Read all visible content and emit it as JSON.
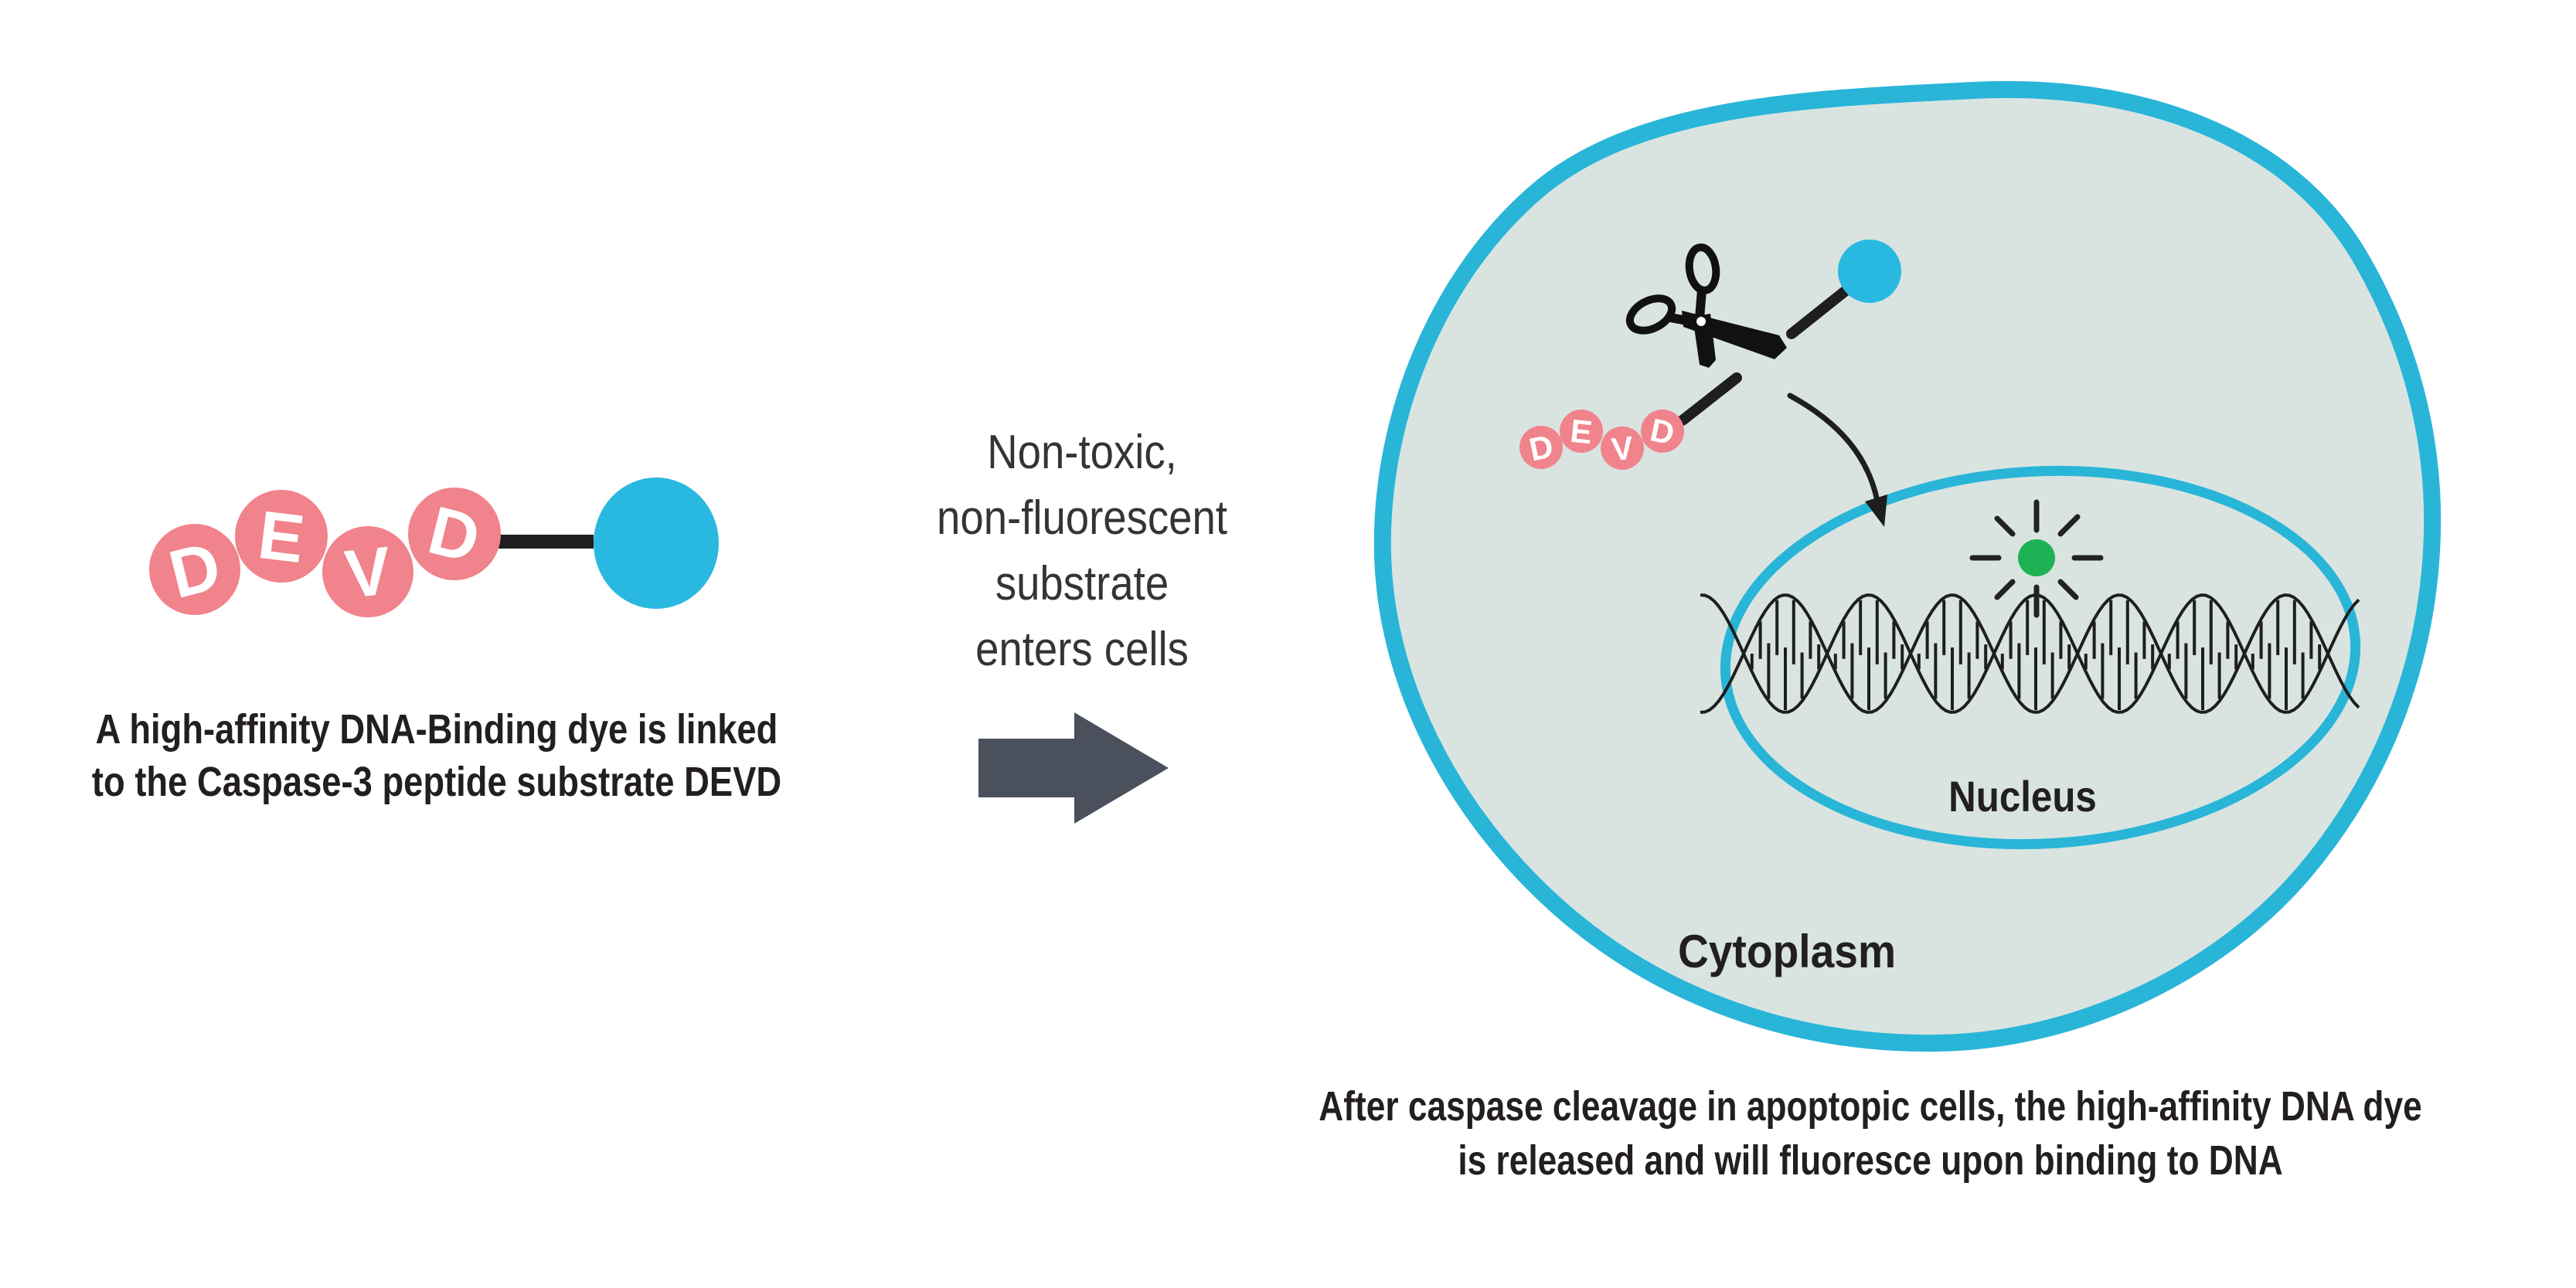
{
  "left": {
    "letters": [
      "D",
      "E",
      "V",
      "D"
    ],
    "caption": [
      "A high-affinity DNA-Binding dye is linked",
      "to the Caspase-3 peptide substrate DEVD"
    ]
  },
  "middle": {
    "lines": [
      "Non-toxic,",
      "non-fluorescent",
      "substrate",
      "enters cells"
    ]
  },
  "cell": {
    "letters": [
      "D",
      "E",
      "V",
      "D"
    ],
    "nucleus_label": "Nucleus",
    "cytoplasm_label": "Cytoplasm"
  },
  "bottom": {
    "caption": [
      "After caspase cleavage in apoptopic cells, the high-affinity DNA dye",
      "is released and will fluoresce upon binding to DNA"
    ]
  },
  "colors": {
    "peptide_pink": "#F0838B",
    "dye_blue": "#29B8E0",
    "membrane_cyan": "#29B5D8",
    "cell_fill": "#D9E4E1",
    "fluorescent_green": "#1EB254",
    "flow_arrow_gray": "#4A515D",
    "caption_text": "#231F20",
    "middle_text": "#343434",
    "line_black": "#1E1E1E"
  }
}
